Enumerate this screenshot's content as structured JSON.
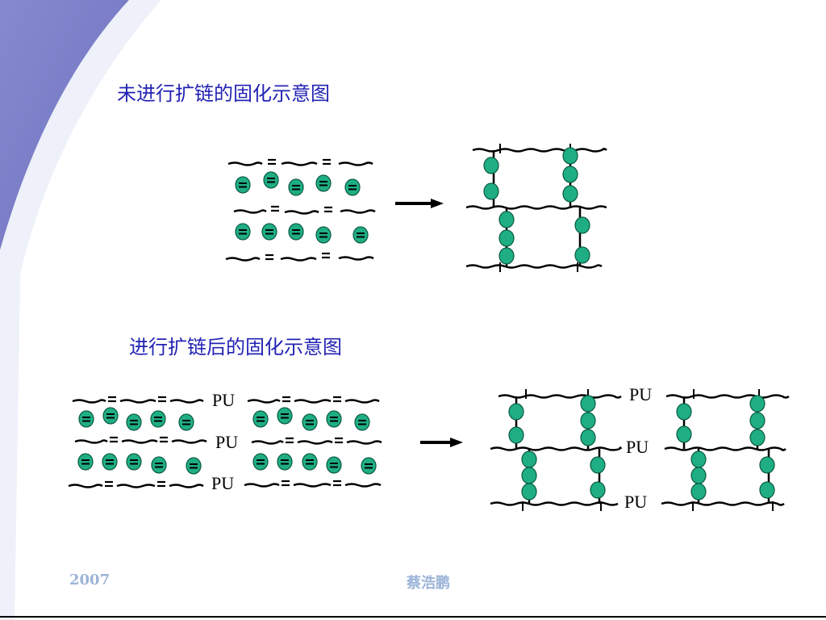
{
  "slide": {
    "title_top": "未进行扩链的固化示意图",
    "title_bottom": "进行扩链后的固化示意图",
    "footer_year": "2007",
    "footer_author": "蔡浩鹏"
  },
  "labels": {
    "segment": "PU",
    "double_bond": "="
  },
  "colors": {
    "title": "#2323b4",
    "sidebar_arc": "#7b7fc8",
    "bead": "#1fae84",
    "line": "#000000",
    "footer": "#9db4d8"
  }
}
